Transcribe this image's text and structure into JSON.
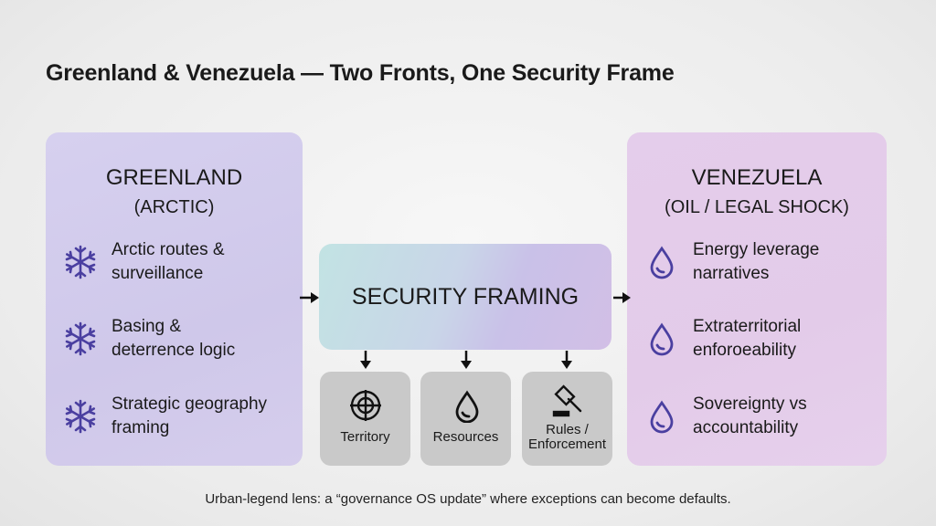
{
  "title": "Greenland & Venezuela — Two Fronts, One Security Frame",
  "left": {
    "heading": "GREENLAND",
    "subheading": "(ARCTIC)",
    "items": [
      {
        "icon": "snowflake-icon",
        "line1": "Arctic routes &",
        "line2": "surveillance"
      },
      {
        "icon": "snowflake-icon",
        "line1": "Basing &",
        "line2": "deterrence logic"
      },
      {
        "icon": "snowflake-icon",
        "line1": "Strategic geography",
        "line2": "framing"
      }
    ]
  },
  "center": {
    "label": "SECURITY FRAMING",
    "children": [
      {
        "icon": "target-icon",
        "label": "Territory"
      },
      {
        "icon": "drop-icon",
        "label": "Resources"
      },
      {
        "icon": "gavel-icon",
        "line1": "Rules /",
        "line2": "Enforcement"
      }
    ]
  },
  "right": {
    "heading": "VENEZUELA",
    "subheading": "(OIL / LEGAL SHOCK)",
    "items": [
      {
        "icon": "drop-icon",
        "line1": "Energy leverage",
        "line2": "narratives"
      },
      {
        "icon": "drop-icon",
        "line1": "Extraterritorial",
        "line2": "enforoeability"
      },
      {
        "icon": "drop-icon",
        "line1": "Sovereignty vs",
        "line2": "accountability"
      }
    ]
  },
  "caption": "Urban-legend lens: a “governance OS update” where exceptions can become defaults.",
  "colors": {
    "icon": "#4a3fa0",
    "left_panel": "#d3ccec",
    "right_panel": "#e4cdea",
    "small_box": "#c9c9c9"
  }
}
